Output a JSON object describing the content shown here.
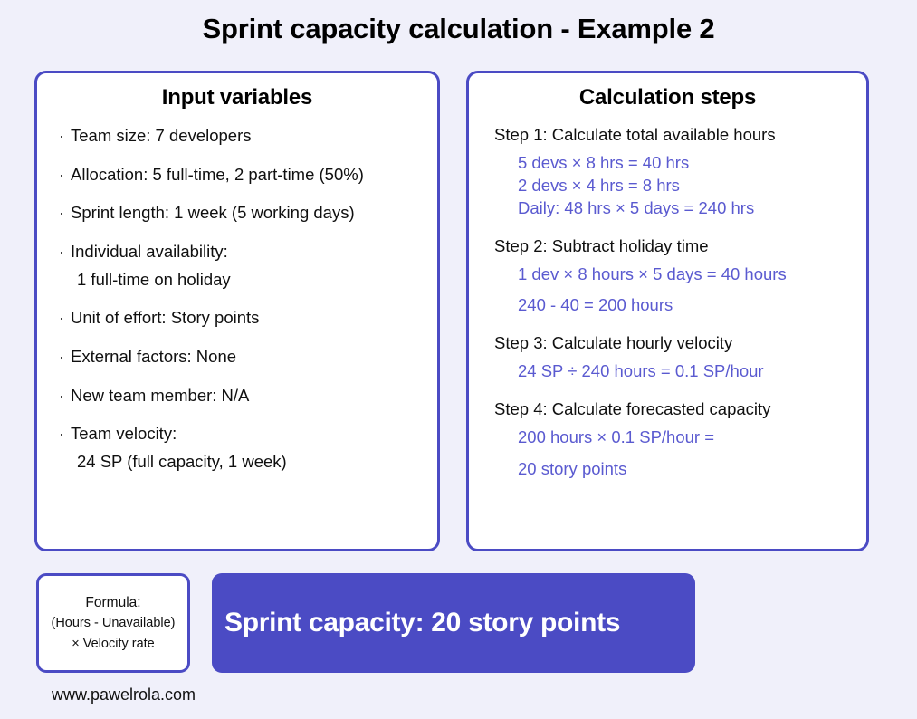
{
  "title": "Sprint capacity calculation - Example 2",
  "colors": {
    "background": "#f0f0fa",
    "accent": "#4b4bc4",
    "accent_text": "#5a5ad0",
    "panel_background": "#ffffff",
    "text": "#101010",
    "banner_text": "#ffffff"
  },
  "input_panel": {
    "title": "Input variables",
    "items": [
      {
        "bullet": "·",
        "text": "Team size: 7 developers"
      },
      {
        "bullet": "·",
        "text": "Allocation: 5 full-time, 2 part-time (50%)"
      },
      {
        "bullet": "·",
        "text": "Sprint length: 1 week (5 working days)"
      },
      {
        "bullet": "·",
        "text": "Individual availability:",
        "sub": "1 full-time on holiday"
      },
      {
        "bullet": "·",
        "text": "Unit of effort: Story points"
      },
      {
        "bullet": "·",
        "text": "External factors: None"
      },
      {
        "bullet": "·",
        "text": "New team member: N/A"
      },
      {
        "bullet": "·",
        "text": "Team velocity:",
        "sub": "24 SP (full capacity, 1 week)"
      }
    ]
  },
  "calculation_panel": {
    "title": "Calculation steps",
    "steps": [
      {
        "title": "Step 1: Calculate total available hours",
        "spacing": "tight",
        "lines": [
          "5 devs × 8 hrs = 40 hrs",
          "2 devs × 4 hrs = 8 hrs",
          "Daily: 48 hrs × 5 days = 240 hrs"
        ]
      },
      {
        "title": "Step 2: Subtract holiday time",
        "spacing": "loose",
        "lines": [
          "1 dev × 8 hours × 5 days = 40 hours",
          "240 - 40 = 200 hours"
        ]
      },
      {
        "title": "Step 3: Calculate hourly velocity",
        "spacing": "loose",
        "lines": [
          "24 SP ÷ 240 hours = 0.1 SP/hour"
        ]
      },
      {
        "title": "Step 4: Calculate forecasted capacity",
        "spacing": "loose",
        "lines": [
          "200 hours × 0.1 SP/hour =",
          "20 story points"
        ]
      }
    ]
  },
  "formula_box": {
    "lines": [
      "Formula:",
      "(Hours - Unavailable)",
      "× Velocity rate"
    ]
  },
  "result_banner": {
    "text": "Sprint capacity: 20 story points"
  },
  "footer": {
    "url": "www.pawelrola.com"
  }
}
